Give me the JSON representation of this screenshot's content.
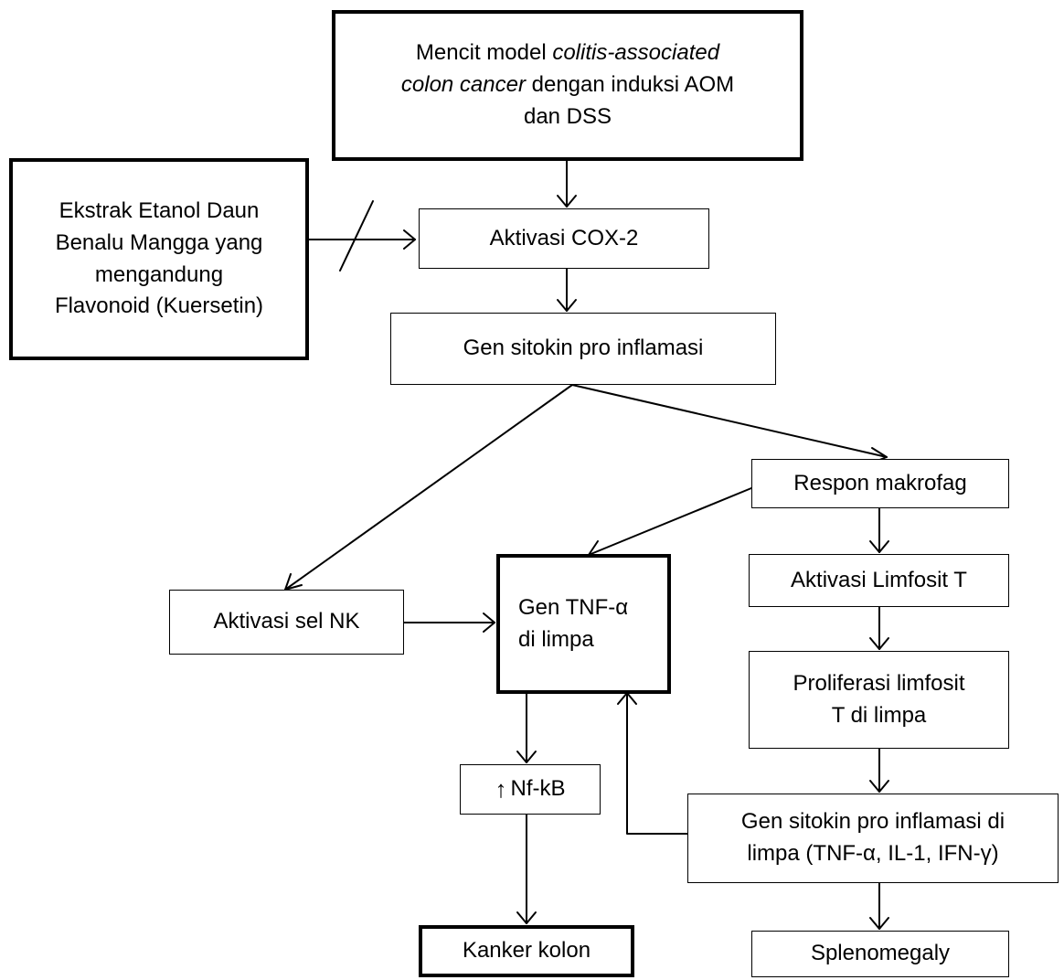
{
  "nodes": {
    "mencit": {
      "line1_a": "Mencit model ",
      "line1_b": "colitis-associated",
      "line2_a": "colon cancer",
      "line2_b": " dengan induksi AOM",
      "line3": "dan DSS"
    },
    "ekstrak": [
      "Ekstrak Etanol Daun",
      "Benalu Mangga yang",
      "mengandung",
      "Flavonoid (Kuersetin)"
    ],
    "cox2": "Aktivasi COX-2",
    "gen_sitokin": "Gen sitokin pro inflamasi",
    "respon": "Respon makrofag",
    "limfosit": "Aktivasi Limfosit T",
    "nk": "Aktivasi sel NK",
    "tnf": [
      "Gen TNF-α",
      "di limpa"
    ],
    "proliferasi": [
      "Proliferasi limfosit",
      "T di limpa"
    ],
    "nfkb": {
      "arrow": "↑",
      "label": "Nf-kB"
    },
    "gen_limpa": [
      "Gen sitokin pro inflamasi di",
      "limpa (TNF-α, IL-1, IFN-γ)"
    ],
    "kanker": "Kanker kolon",
    "spleno": "Splenomegaly"
  },
  "style": {
    "stroke": "#000000",
    "background": "#ffffff"
  }
}
